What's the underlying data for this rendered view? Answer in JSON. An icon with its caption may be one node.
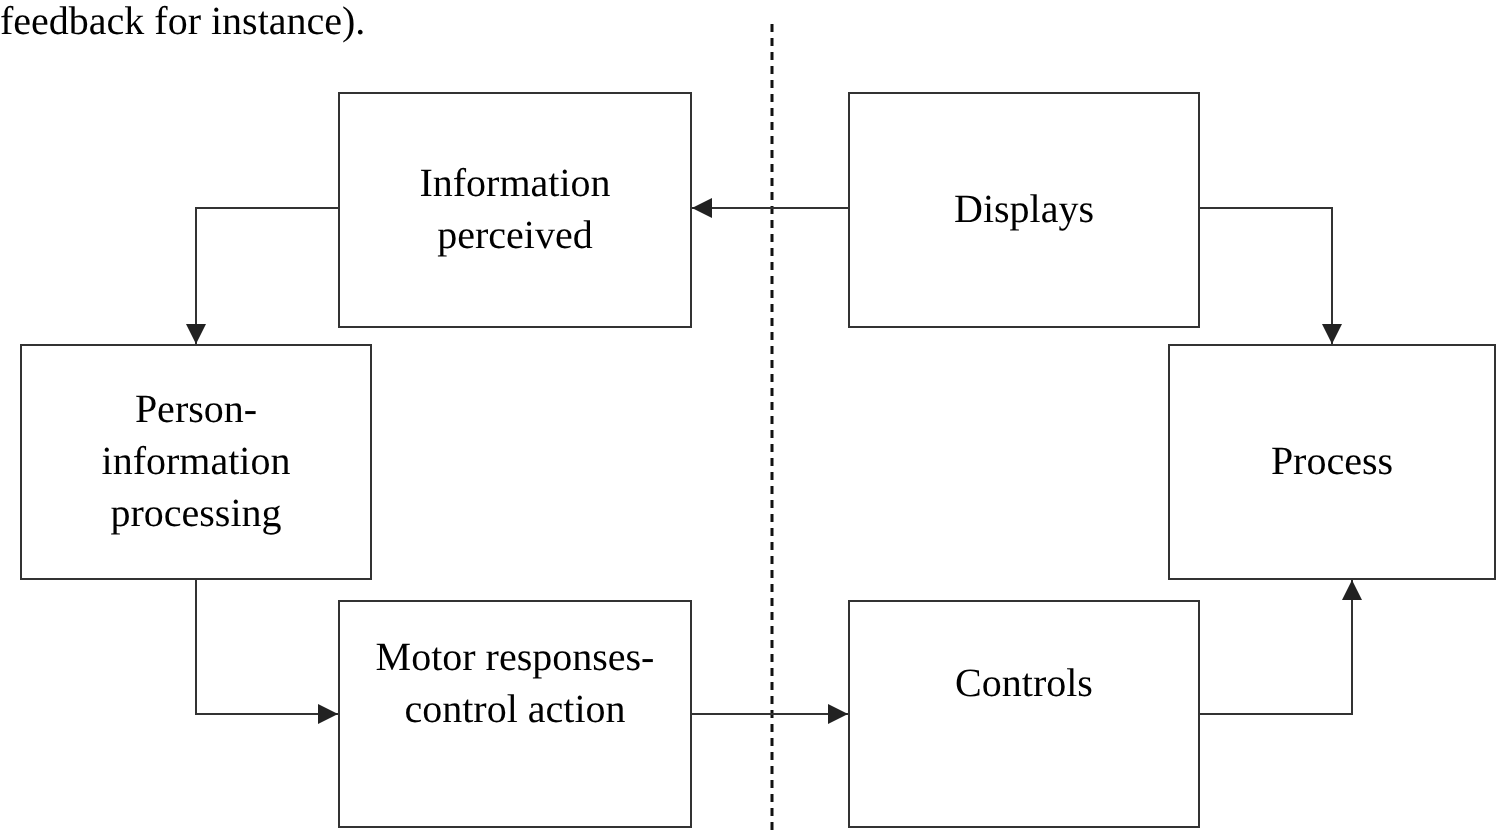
{
  "diagram": {
    "nodes": [
      {
        "text": [
          "Information perceived"
        ]
      },
      {
        "text": [
          "Displays"
        ]
      },
      {
        "text": [
          "Person-information processing"
        ]
      },
      {
        "text": [
          "Process"
        ]
      },
      {
        "text": [
          "Motor responses-control action"
        ]
      },
      {
        "text": [
          "Controls"
        ]
      }
    ],
    "edges": [
      {
        "from": 1,
        "to": 0,
        "arrow": "to"
      },
      {
        "from": 0,
        "to": 2,
        "arrow": "to"
      },
      {
        "from": 1,
        "to": 3,
        "arrow": "to"
      },
      {
        "from": 2,
        "to": 4,
        "arrow": "to"
      },
      {
        "from": 4,
        "to": 5,
        "arrow": "to"
      },
      {
        "from": 5,
        "to": 3,
        "arrow": "to"
      }
    ],
    "labels": [
      "feedback for instance)."
    ]
  }
}
